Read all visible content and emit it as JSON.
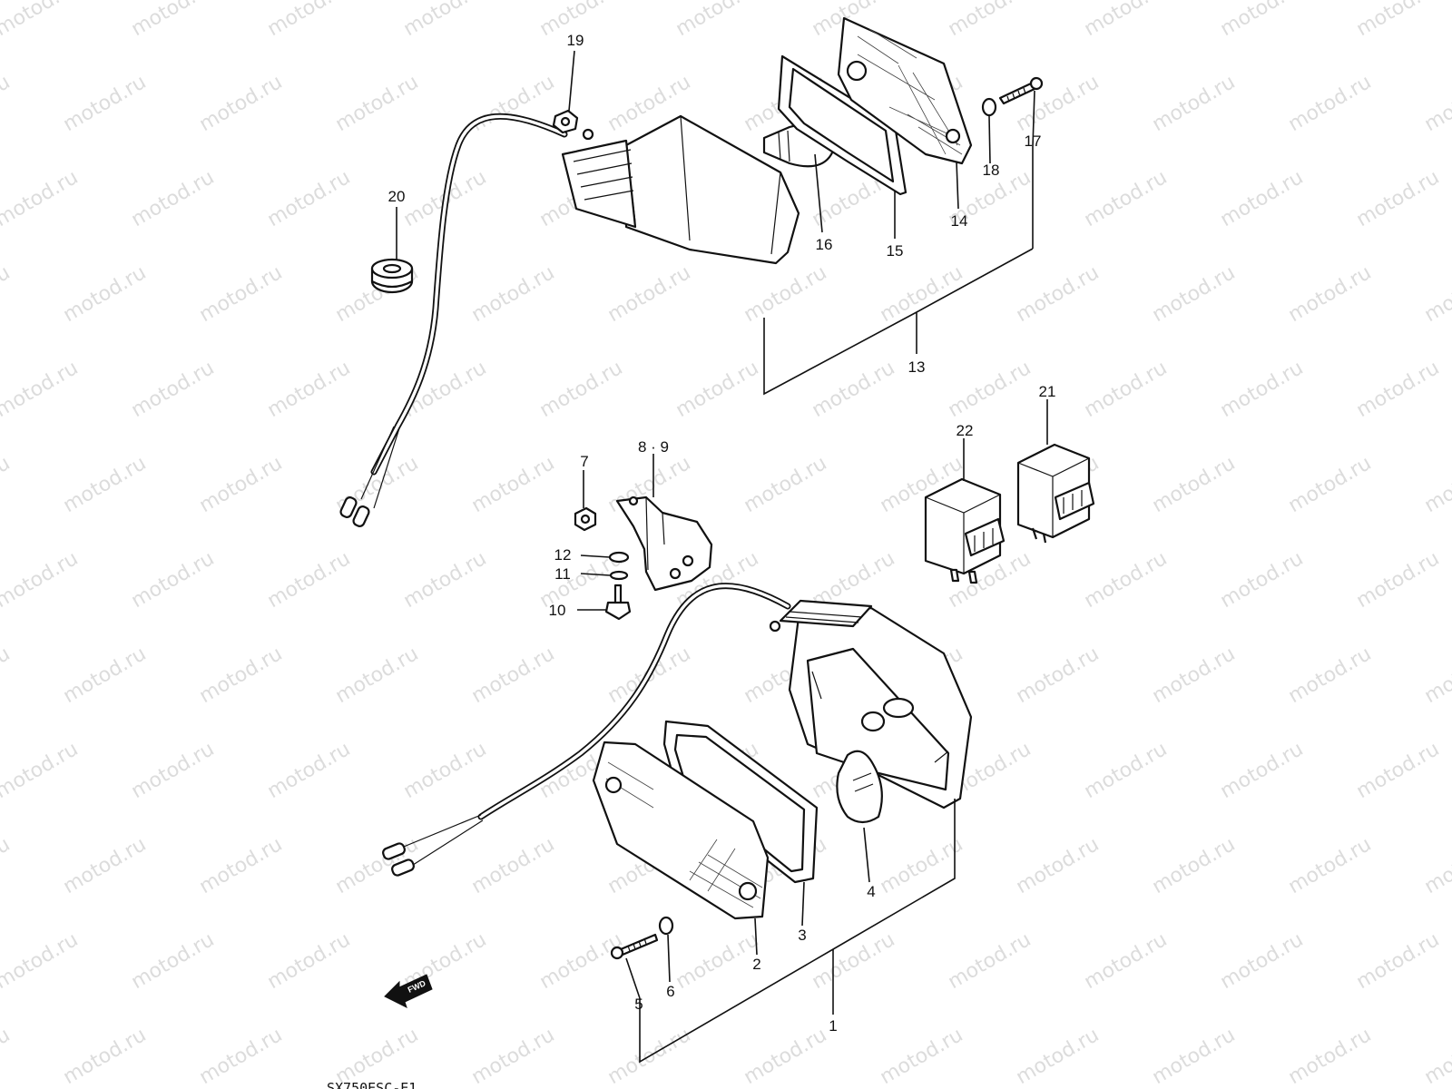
{
  "watermark": "motod.ru",
  "callouts": {
    "p1": "1",
    "p2": "2",
    "p3": "3",
    "p4": "4",
    "p5": "5",
    "p6": "6",
    "p7": "7",
    "p89": "8 · 9",
    "p10": "10",
    "p11": "11",
    "p12": "12",
    "p13": "13",
    "p14": "14",
    "p15": "15",
    "p16": "16",
    "p17": "17",
    "p18": "18",
    "p19": "19",
    "p20": "20",
    "p21": "21",
    "p22": "22"
  },
  "fwd_arrow_label": "FWD",
  "drawing_code": "SX750ESC-E1",
  "colors": {
    "ink": "#111111",
    "watermark": "#dcdcdc",
    "background": "#ffffff"
  }
}
